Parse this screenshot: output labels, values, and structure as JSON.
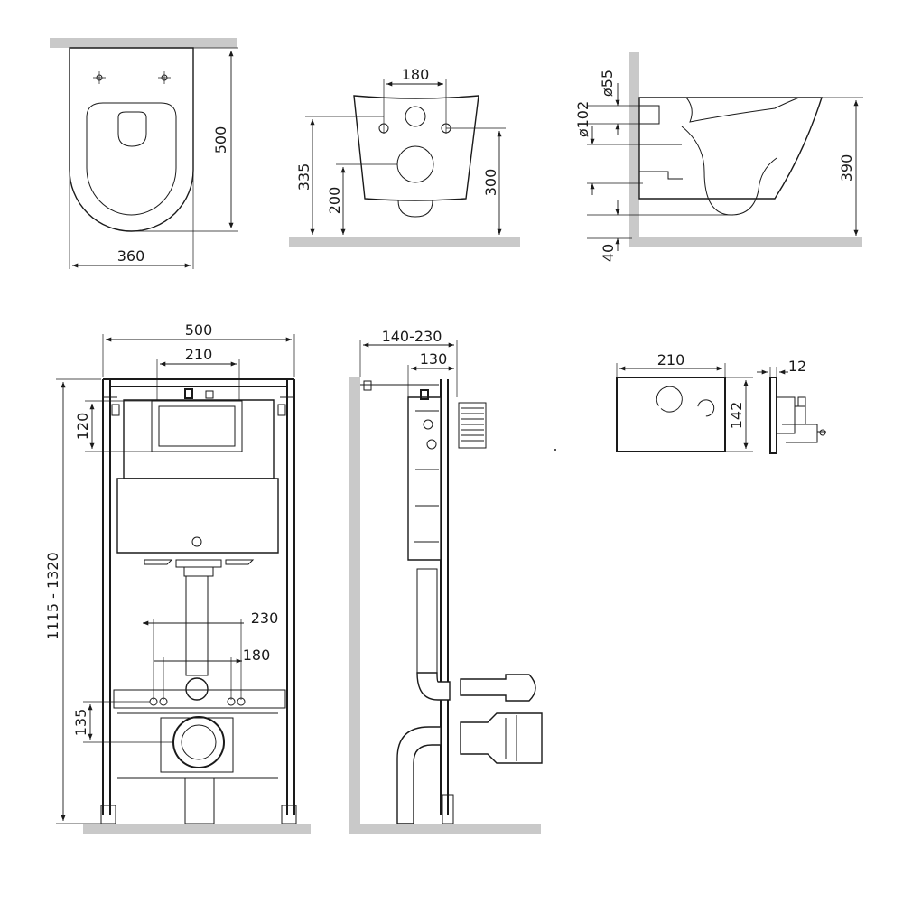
{
  "colors": {
    "line": "#1a1a1a",
    "floor": "#c9c9c9",
    "background": "#ffffff"
  },
  "dims": {
    "bowl_top_length": "500",
    "bowl_top_width": "360",
    "front_hole_spacing": "180",
    "front_bolt_height": "335",
    "front_outlet_height": "200",
    "front_bottom_height": "300",
    "side_inlet_dia": "ø55",
    "side_outlet_dia": "ø102",
    "side_floor_gap": "40",
    "side_total_height": "390",
    "frame_width": "500",
    "frame_plate_width": "210",
    "frame_plate_height": "120",
    "frame_height_range": "1115 - 1320",
    "frame_bolt_spacing_outer": "230",
    "frame_bolt_spacing_inner": "180",
    "frame_bolt_height": "135",
    "frame_depth_range": "140-230",
    "frame_depth": "130",
    "button_width": "210",
    "button_height": "142",
    "button_depth": "12"
  },
  "views": [
    {
      "name": "bowl-top-view"
    },
    {
      "name": "bowl-front-view"
    },
    {
      "name": "bowl-side-view"
    },
    {
      "name": "frame-front-view"
    },
    {
      "name": "frame-side-view"
    },
    {
      "name": "flush-button-front"
    },
    {
      "name": "flush-button-side"
    }
  ]
}
